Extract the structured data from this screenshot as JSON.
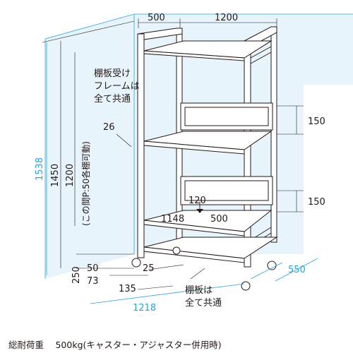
{
  "dimensions": {
    "top_depth": "500",
    "top_height": "1200",
    "right_gap_upper": "150",
    "right_gap_lower": "150",
    "left_total": "1538",
    "left_frame": "1450",
    "left_adjust": "1200",
    "left_adjust_note": "(この間P:50各棚可動)",
    "bottom_depth_total": "550",
    "bottom_width_total": "1218",
    "inner_clearance": "120",
    "inner_depth": "1148",
    "inner_width": "500",
    "bracket_offset": "26",
    "caster_50": "50",
    "caster_25": "25",
    "caster_250": "250",
    "caster_73": "73",
    "caster_135": "135"
  },
  "notes": {
    "frame_note": [
      "棚板受け",
      "フレームは",
      "全て共通"
    ],
    "shelf_note": [
      "棚板は",
      "全て共通"
    ]
  },
  "caption": "総耐荷重　 500kg(キャスター・アジャスター併用時)"
}
